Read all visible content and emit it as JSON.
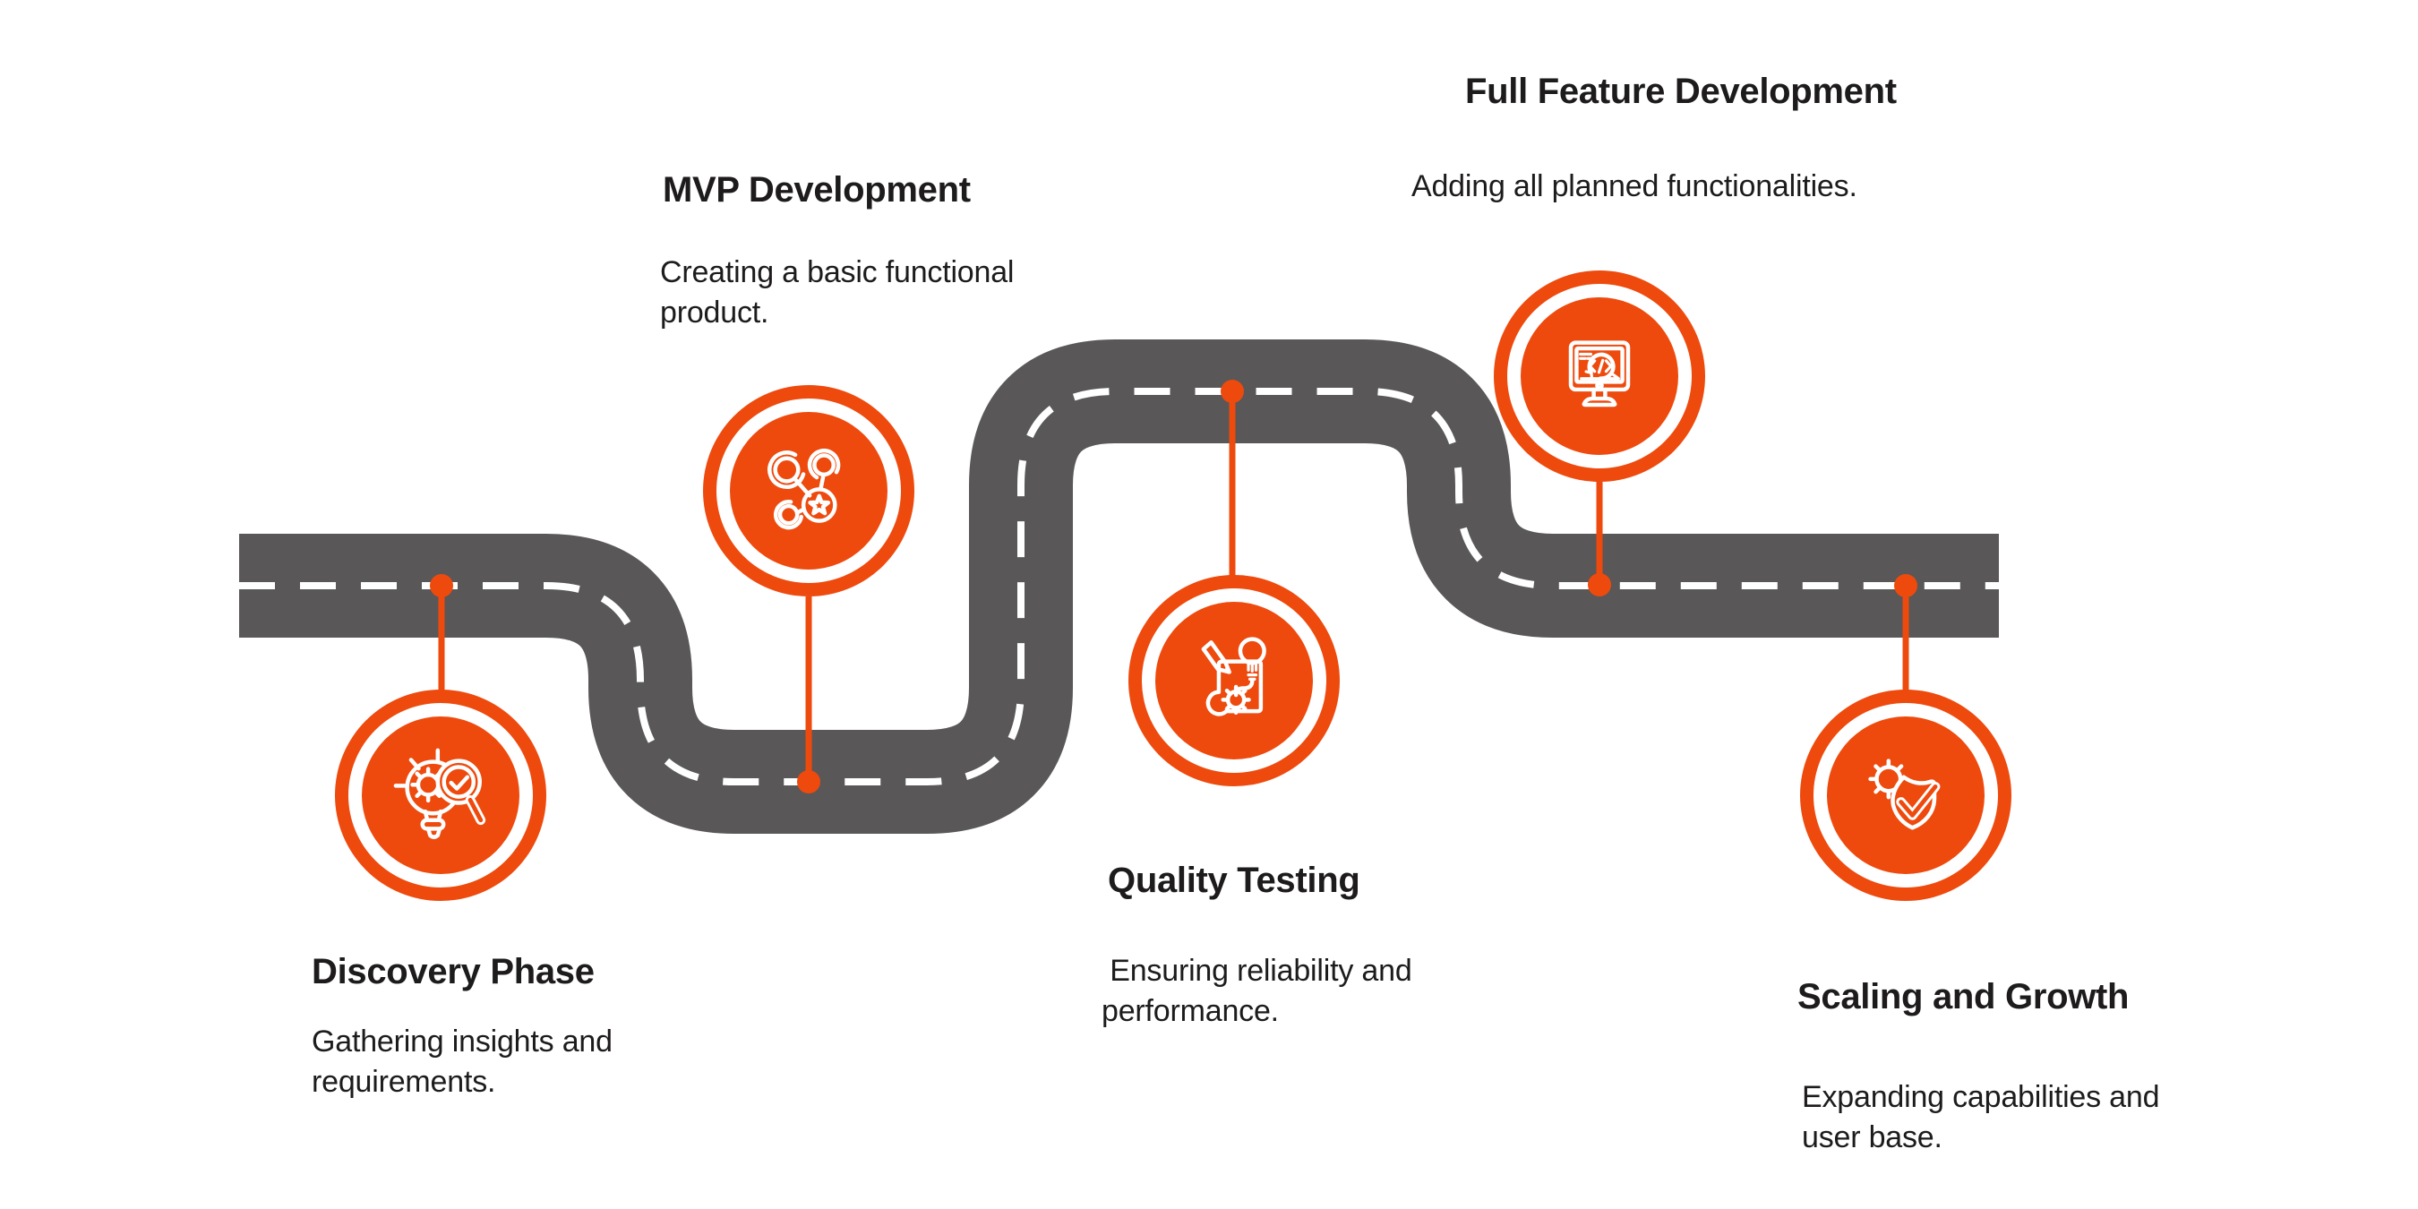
{
  "colors": {
    "accent": "#EE4A0E",
    "road_gray": "#595757",
    "text": "#1D1B1B",
    "background": "#FFFFFF",
    "white": "#FFFFFF"
  },
  "diagram_type": "product-development-roadmap",
  "phases": [
    {
      "title": "Discovery Phase",
      "description": "Gathering insights and\nrequirements.",
      "icon": "lightbulb-gear-magnifier-icon"
    },
    {
      "title": "MVP Development",
      "description": "Creating a basic functional\nproduct.",
      "icon": "share-network-star-icon"
    },
    {
      "title": "Quality Testing",
      "description": " Ensuring reliability and\nperformance.",
      "icon": "blueprint-pencil-gear-icon"
    },
    {
      "title": "Full Feature Development",
      "description": "Adding all planned functionalities.",
      "icon": "monitor-agile-code-icon"
    },
    {
      "title": "Scaling and Growth",
      "description": "Expanding capabilities and\nuser base.",
      "icon": "gear-shield-check-icon"
    }
  ]
}
